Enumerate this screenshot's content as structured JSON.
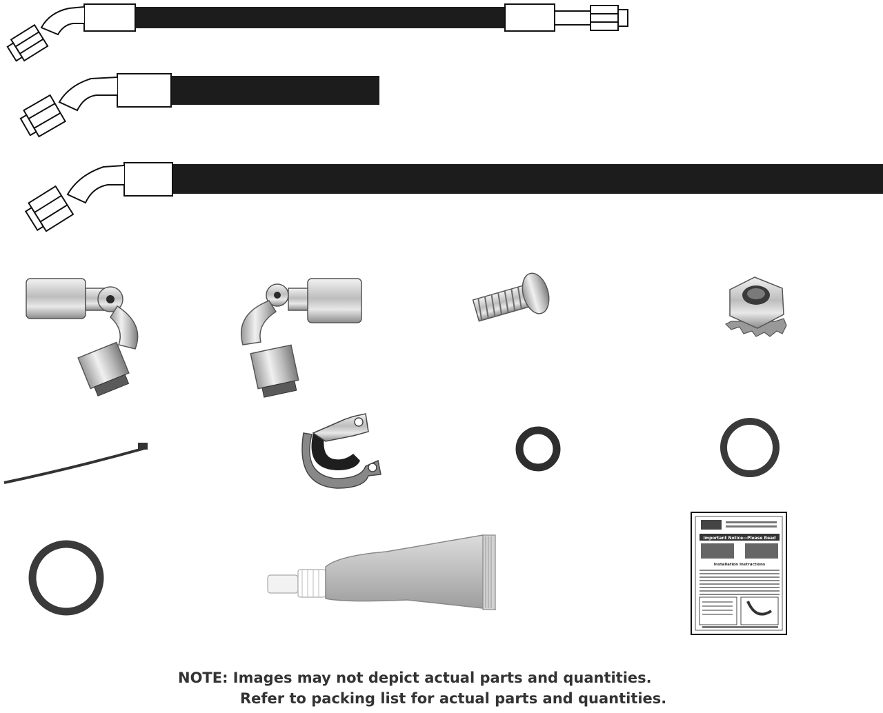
{
  "note": {
    "line1": "NOTE: Images may not depict actual parts and quantities.",
    "line2": "Refer to packing list for actual parts and quantities."
  },
  "instruction_sheet": {
    "heading_notice": "Important Notice—Please Read",
    "heading_install": "Installation Instructions"
  },
  "colors": {
    "hose": "#1c1c1c",
    "metal": "#d6d6d6",
    "metal_dark": "#8a8a8a",
    "rubber": "#2e2e2e",
    "tube": "#c9c9c9",
    "text": "#333333"
  },
  "parts": [
    "hose-assembly-long-both-ends",
    "hose-assembly-short",
    "hose-assembly-long",
    "fitting-90-with-port-left",
    "fitting-90-with-port-right",
    "screw",
    "nut",
    "zip-tie",
    "hose-clamp",
    "o-ring-small",
    "o-ring-medium",
    "o-ring-large",
    "lubricant-tube",
    "instruction-sheet"
  ]
}
